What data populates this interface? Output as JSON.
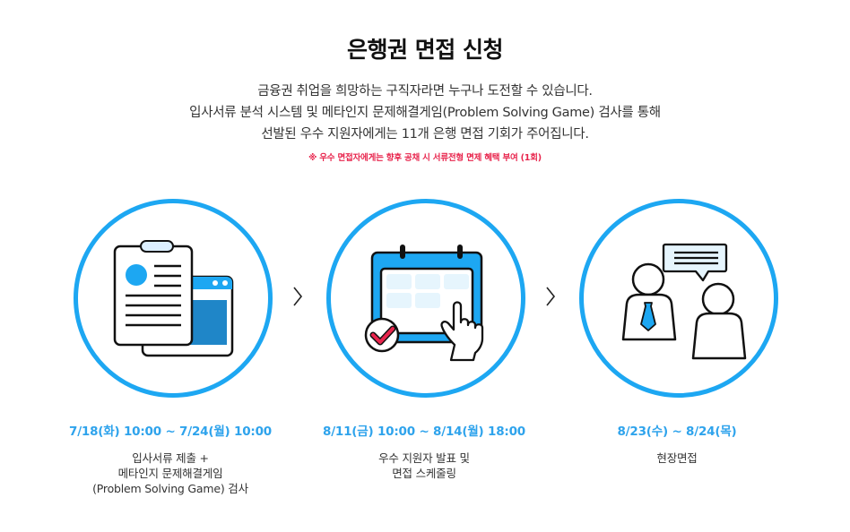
{
  "header": {
    "title": "은행권 면접 신청",
    "description": [
      "금융권 취업을 희망하는 구직자라면 누구나 도전할 수 있습니다.",
      "입사서류 분석 시스템 및 메타인지 문제해결게임(Problem Solving Game) 검사를 통해",
      "선발된 우수 지원자에게는 11개 은행 면접 기회가 주어집니다."
    ],
    "note": "※ 우수 면접자에게는 향후 공채 시 서류전형 면제 혜택 부여 (1회)"
  },
  "colors": {
    "accent": "#1da7f2",
    "date_text": "#2ea3ec",
    "note_text": "#e8254d",
    "check_red": "#e8254d",
    "light_blue": "#e6f5fd",
    "dark_blue_panel": "#1f86c8"
  },
  "steps": [
    {
      "icon": "document-clipboard-icon",
      "date": "7/18(화) 10:00 ~ 7/24(월) 10:00",
      "text": [
        "입사서류 제출 +",
        "메타인지 문제해결게임",
        "(Problem Solving Game) 검사"
      ]
    },
    {
      "icon": "calendar-schedule-icon",
      "date": "8/11(금) 10:00 ~ 8/14(월) 18:00",
      "text": [
        "우수 지원자 발표 및",
        "면접 스케줄링"
      ]
    },
    {
      "icon": "interview-people-icon",
      "date": "8/23(수) ~ 8/24(목)",
      "text": [
        "현장면접"
      ]
    }
  ],
  "separators": [
    "chevron-right-icon",
    "chevron-right-icon"
  ]
}
